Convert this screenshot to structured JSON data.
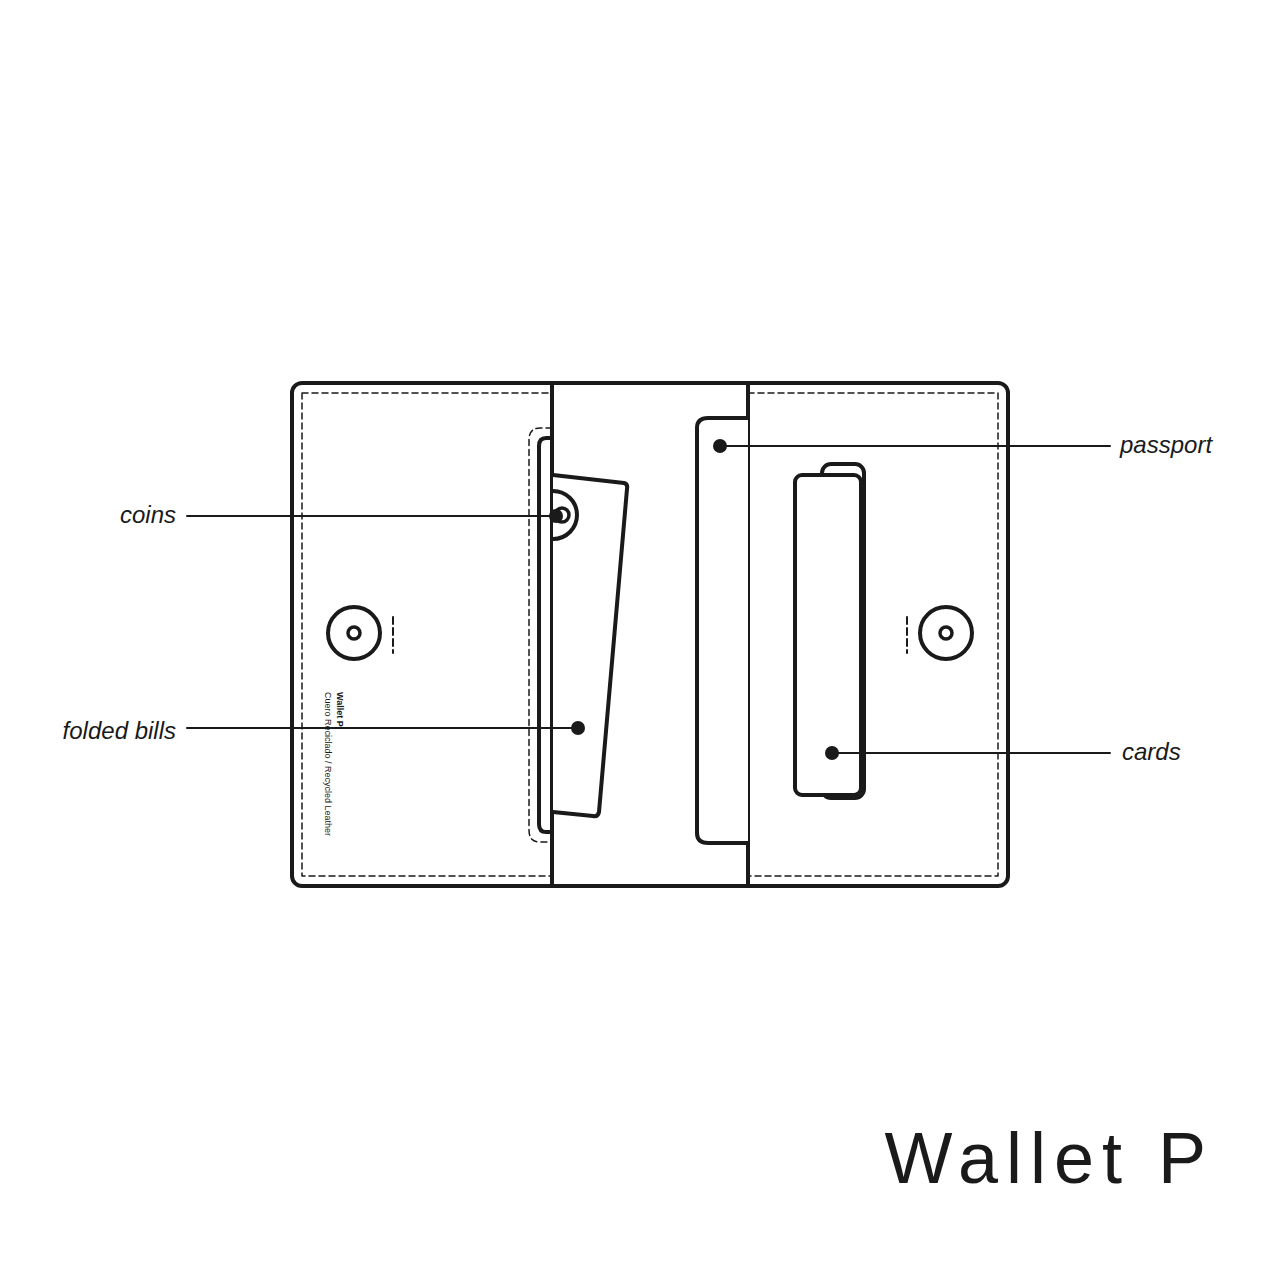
{
  "diagram": {
    "caption": "Wallet P",
    "labels": [
      "coins",
      "folded bills",
      "passport",
      "cards",
      "Wallet P",
      "Cuero Reciclado / Recycled Leather"
    ]
  }
}
